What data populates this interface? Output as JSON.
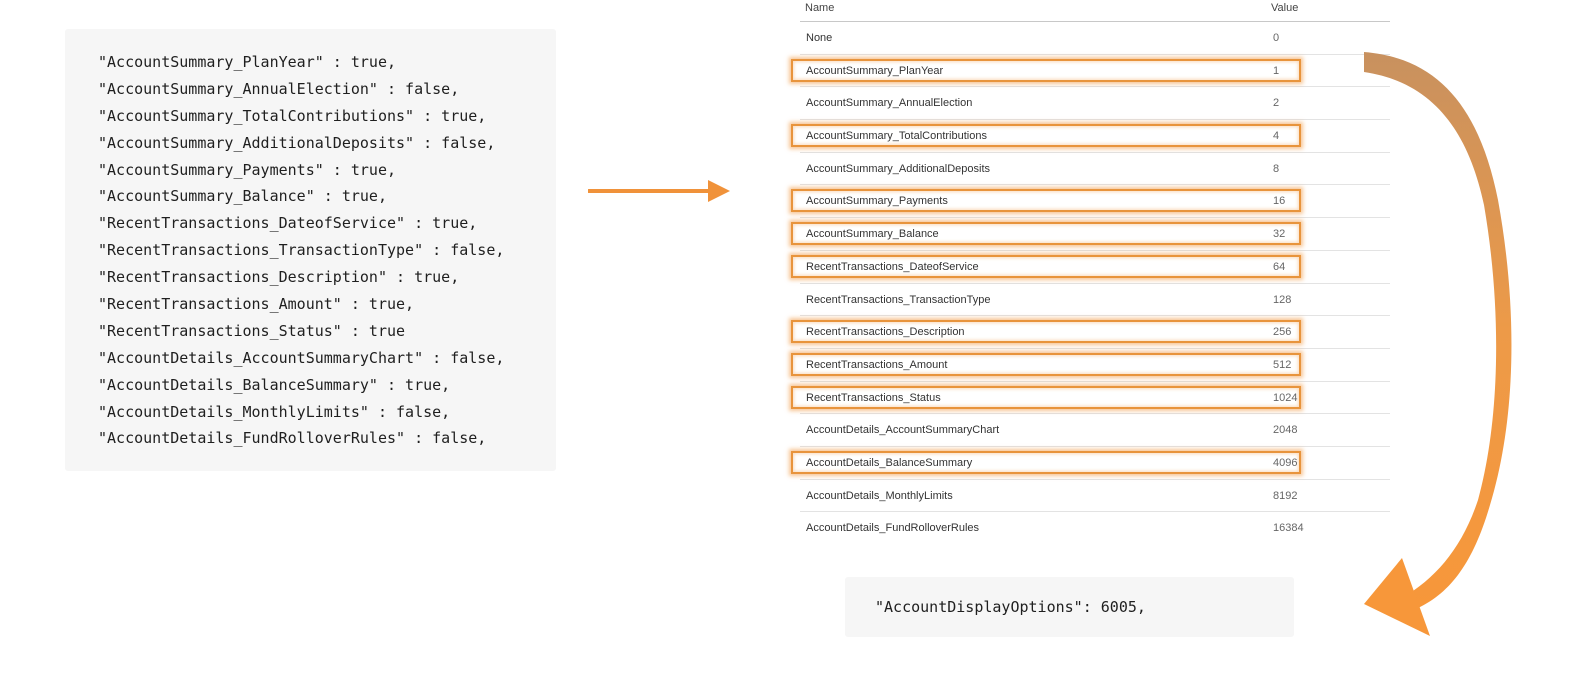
{
  "code_lines": [
    "\"AccountSummary_PlanYear\" : true,",
    "\"AccountSummary_AnnualElection\" : false,",
    "\"AccountSummary_TotalContributions\" : true,",
    "\"AccountSummary_AdditionalDeposits\" : false,",
    "\"AccountSummary_Payments\" : true,",
    "\"AccountSummary_Balance\" : true,",
    "\"RecentTransactions_DateofService\" : true,",
    "\"RecentTransactions_TransactionType\" : false,",
    "\"RecentTransactions_Description\" : true,",
    "\"RecentTransactions_Amount\" : true,",
    "\"RecentTransactions_Status\" : true",
    "\"AccountDetails_AccountSummaryChart\" : false,",
    "\"AccountDetails_BalanceSummary\" : true,",
    "\"AccountDetails_MonthlyLimits\" : false,",
    "\"AccountDetails_FundRolloverRules\" : false,"
  ],
  "table": {
    "headers": {
      "name": "Name",
      "value": "Value"
    },
    "rows": [
      {
        "name": "None",
        "value": "0",
        "highlighted": false
      },
      {
        "name": "AccountSummary_PlanYear",
        "value": "1",
        "highlighted": true
      },
      {
        "name": "AccountSummary_AnnualElection",
        "value": "2",
        "highlighted": false
      },
      {
        "name": "AccountSummary_TotalContributions",
        "value": "4",
        "highlighted": true
      },
      {
        "name": "AccountSummary_AdditionalDeposits",
        "value": "8",
        "highlighted": false
      },
      {
        "name": "AccountSummary_Payments",
        "value": "16",
        "highlighted": true
      },
      {
        "name": "AccountSummary_Balance",
        "value": "32",
        "highlighted": true
      },
      {
        "name": "RecentTransactions_DateofService",
        "value": "64",
        "highlighted": true
      },
      {
        "name": "RecentTransactions_TransactionType",
        "value": "128",
        "highlighted": false
      },
      {
        "name": "RecentTransactions_Description",
        "value": "256",
        "highlighted": true
      },
      {
        "name": "RecentTransactions_Amount",
        "value": "512",
        "highlighted": true
      },
      {
        "name": "RecentTransactions_Status",
        "value": "1024",
        "highlighted": true
      },
      {
        "name": "AccountDetails_AccountSummaryChart",
        "value": "2048",
        "highlighted": false
      },
      {
        "name": "AccountDetails_BalanceSummary",
        "value": "4096",
        "highlighted": true
      },
      {
        "name": "AccountDetails_MonthlyLimits",
        "value": "8192",
        "highlighted": false
      },
      {
        "name": "AccountDetails_FundRolloverRules",
        "value": "16384",
        "highlighted": false
      }
    ]
  },
  "result": "\"AccountDisplayOptions\": 6005,",
  "colors": {
    "accent": "#f0923a",
    "highlight_border": "#e8943c",
    "code_bg": "#f6f6f6"
  },
  "icons": {
    "right_arrow": "arrow-right-icon",
    "curved_arrow": "curved-arrow-icon"
  }
}
